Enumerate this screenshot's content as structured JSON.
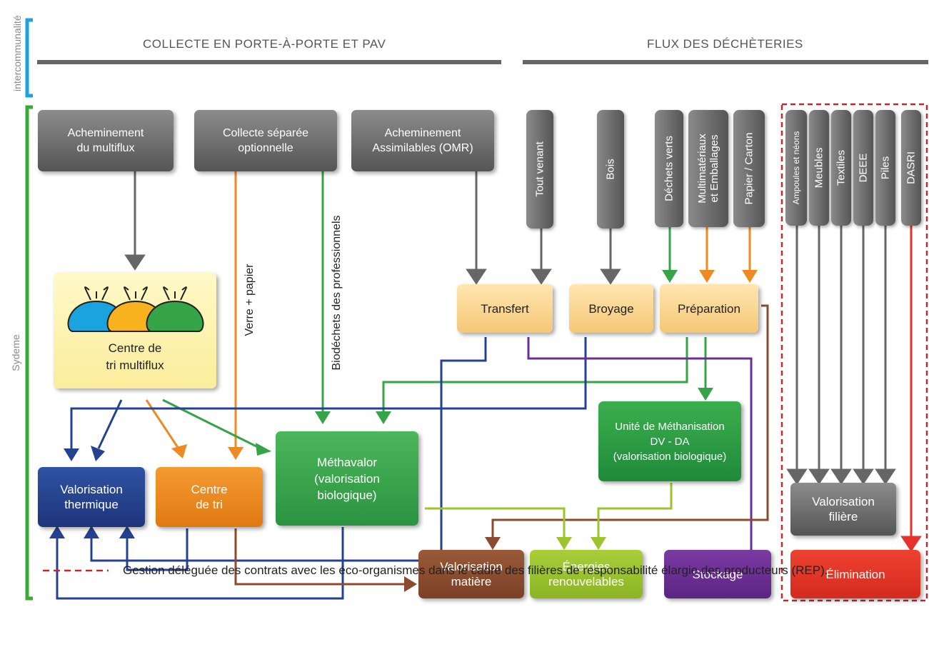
{
  "side_labels": {
    "intercommunalite": "intercommunalité",
    "syctom": "Sydeme"
  },
  "headers": {
    "collecte": "COLLECTE EN PORTE-À-PORTE ET PAV",
    "dechetteries": "FLUX DES DÉCHÈTERIES"
  },
  "top_boxes": {
    "multiflux": "Acheminement\ndu multiflux",
    "collecte_separee": "Collecte séparée\noptionnelle",
    "omr": "Acheminement\nAssimilables (OMR)"
  },
  "dechetterie_flows": [
    "Tout venant",
    "Bois",
    "Déchets verts",
    "Multimatériaux\net Emballages",
    "Papier / Carton"
  ],
  "rep_flows": [
    "Ampoules et néons",
    "Meubles",
    "Textiles",
    "DEEE",
    "Piles",
    "DASRI"
  ],
  "flow_labels": {
    "verre_papier": "Verre + papier",
    "biodechets": "Biodéchets des professionnels"
  },
  "process": {
    "transfert": "Transfert",
    "broyage": "Broyage",
    "preparation": "Préparation"
  },
  "centre_multiflux": "Centre de\ntri multiflux",
  "methanisation": "Unité de Méthanisation\nDV  - DA\n(valorisation biologique)",
  "outputs": {
    "valorisation_thermique": "Valorisation\nthermique",
    "centre_de_tri": "Centre\nde tri",
    "methavalor": "Méthavalor\n(valorisation\nbiologique)",
    "valorisation_filiere": "Valorisation\nfilière",
    "valorisation_matiere": "Valorisation\nmatière",
    "energies": "Énergies\nrenouvelables",
    "stockage": "Stockage",
    "elimination": "Élimination"
  },
  "legend": "Gestion déléguée des contrats avec les éco-organismes dans le cadre des filières de responsabilité élargie des producteurs (REP).",
  "colors": {
    "navy": "#24428f",
    "orange": "#ee8a22",
    "green": "#34a447",
    "lightgreen": "#9cc52d",
    "brown": "#8a4b2e",
    "purple": "#6b2f93",
    "red": "#e5322a",
    "gray": "#666666",
    "cyan": "#1aa3dd",
    "bracket_green": "#3aaa35"
  }
}
